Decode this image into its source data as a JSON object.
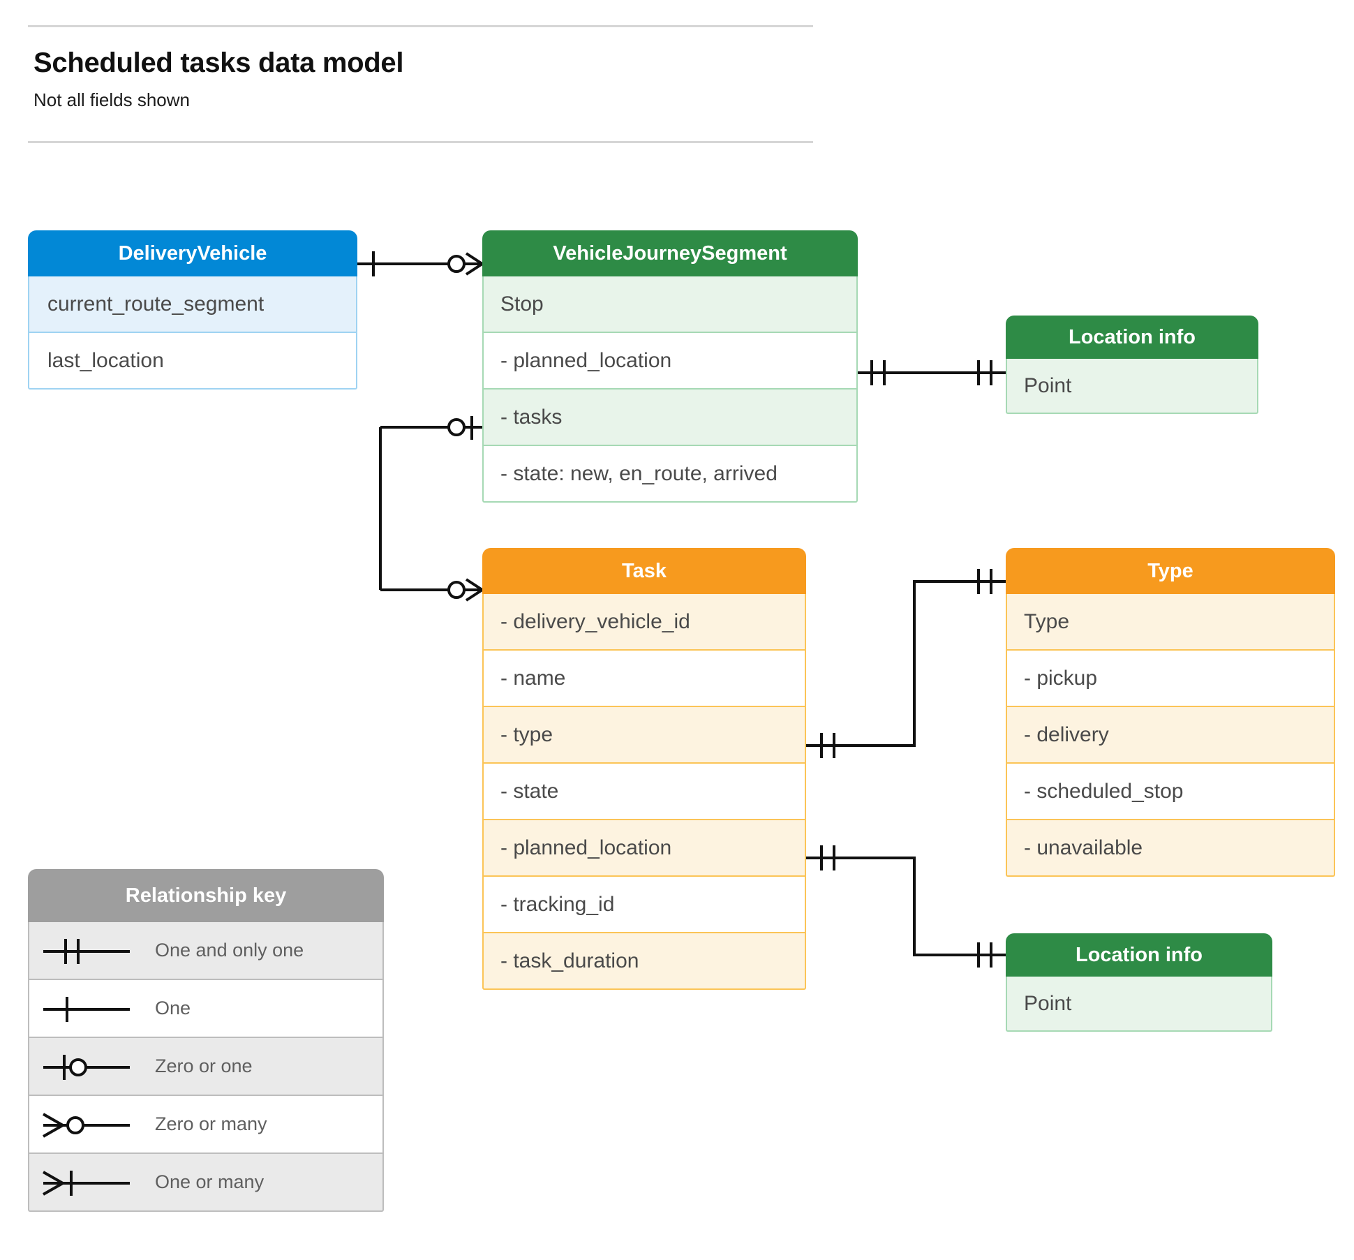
{
  "header": {
    "title": "Scheduled tasks data model",
    "subtitle": "Not all fields shown"
  },
  "entities": [
    {
      "id": "delivery-vehicle",
      "name": "DeliveryVehicle",
      "color": "#0288d6",
      "rows": [
        "current_route_segment",
        "last_location"
      ]
    },
    {
      "id": "vehicle-journey-segment",
      "name": "VehicleJourneySegment",
      "color": "#2e8b46",
      "rows": [
        "Stop",
        "-  planned_location",
        "- tasks",
        "- state: new, en_route, arrived"
      ]
    },
    {
      "id": "location-info-top",
      "name": "Location info",
      "color": "#2e8b46",
      "rows": [
        "Point"
      ]
    },
    {
      "id": "task",
      "name": "Task",
      "color": "#f79a1e",
      "rows": [
        "- delivery_vehicle_id",
        "- name",
        "- type",
        "- state",
        "- planned_location",
        "- tracking_id",
        "- task_duration"
      ]
    },
    {
      "id": "type",
      "name": "Type",
      "color": "#f79a1e",
      "rows": [
        "Type",
        "-   pickup",
        "-   delivery",
        "-   scheduled_stop",
        "-   unavailable"
      ]
    },
    {
      "id": "location-info-bottom",
      "name": "Location info",
      "color": "#2e8b46",
      "rows": [
        "Point"
      ]
    }
  ],
  "legend": {
    "title": "Relationship key",
    "items": [
      {
        "symbol": "one-and-only-one",
        "label": "One and only one"
      },
      {
        "symbol": "one",
        "label": "One"
      },
      {
        "symbol": "zero-or-one",
        "label": "Zero or one"
      },
      {
        "symbol": "zero-or-many",
        "label": "Zero or many"
      },
      {
        "symbol": "one-or-many",
        "label": "One or many"
      }
    ]
  },
  "relationships": [
    {
      "from": "delivery-vehicle",
      "to": "vehicle-journey-segment",
      "from_cardinality": "one",
      "to_cardinality": "zero-or-many"
    },
    {
      "from": "vehicle-journey-segment.planned_location",
      "to": "location-info-top",
      "from_cardinality": "one-and-only-one",
      "to_cardinality": "one-and-only-one"
    },
    {
      "from": "vehicle-journey-segment.tasks",
      "to": "task",
      "from_cardinality": "zero-or-one",
      "to_cardinality": "zero-or-many"
    },
    {
      "from": "task.type",
      "to": "type",
      "from_cardinality": "one-and-only-one",
      "to_cardinality": "one-and-only-one"
    },
    {
      "from": "task.planned_location",
      "to": "location-info-bottom",
      "from_cardinality": "one-and-only-one",
      "to_cardinality": "one-and-only-one"
    }
  ]
}
